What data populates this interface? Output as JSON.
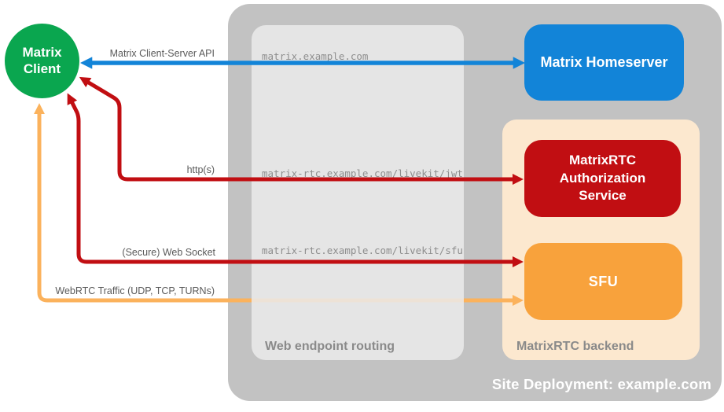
{
  "client": {
    "line1": "Matrix",
    "line2": "Client",
    "color": "#0AA64F"
  },
  "deployment": {
    "label": "Site Deployment: example.com",
    "bg": "#C2C2C2"
  },
  "routing": {
    "label": "Web endpoint routing",
    "domains": [
      "matrix.example.com",
      "matrix-rtc.example.com/livekit/jwt",
      "matrix-rtc.example.com/livekit/sfu"
    ]
  },
  "backend": {
    "label": "MatrixRTC backend",
    "bg": "#FCE8CF"
  },
  "nodes": {
    "homeserver": {
      "label": "Matrix Homeserver",
      "color": "#1284D8"
    },
    "auth": {
      "label": "MatrixRTC Authorization Service",
      "color": "#C10E12"
    },
    "sfu": {
      "label": "SFU",
      "color": "#F8A23C"
    }
  },
  "arrows": {
    "client_server": {
      "label": "Matrix Client-Server API",
      "color": "#1284D8"
    },
    "http": {
      "label": "http(s)",
      "color": "#C10E12"
    },
    "websocket": {
      "label": "(Secure) Web Socket",
      "color": "#C10E12"
    },
    "webrtc": {
      "label": "WebRTC Traffic (UDP, TCP, TURNs)",
      "color": "#FBB25C"
    }
  }
}
